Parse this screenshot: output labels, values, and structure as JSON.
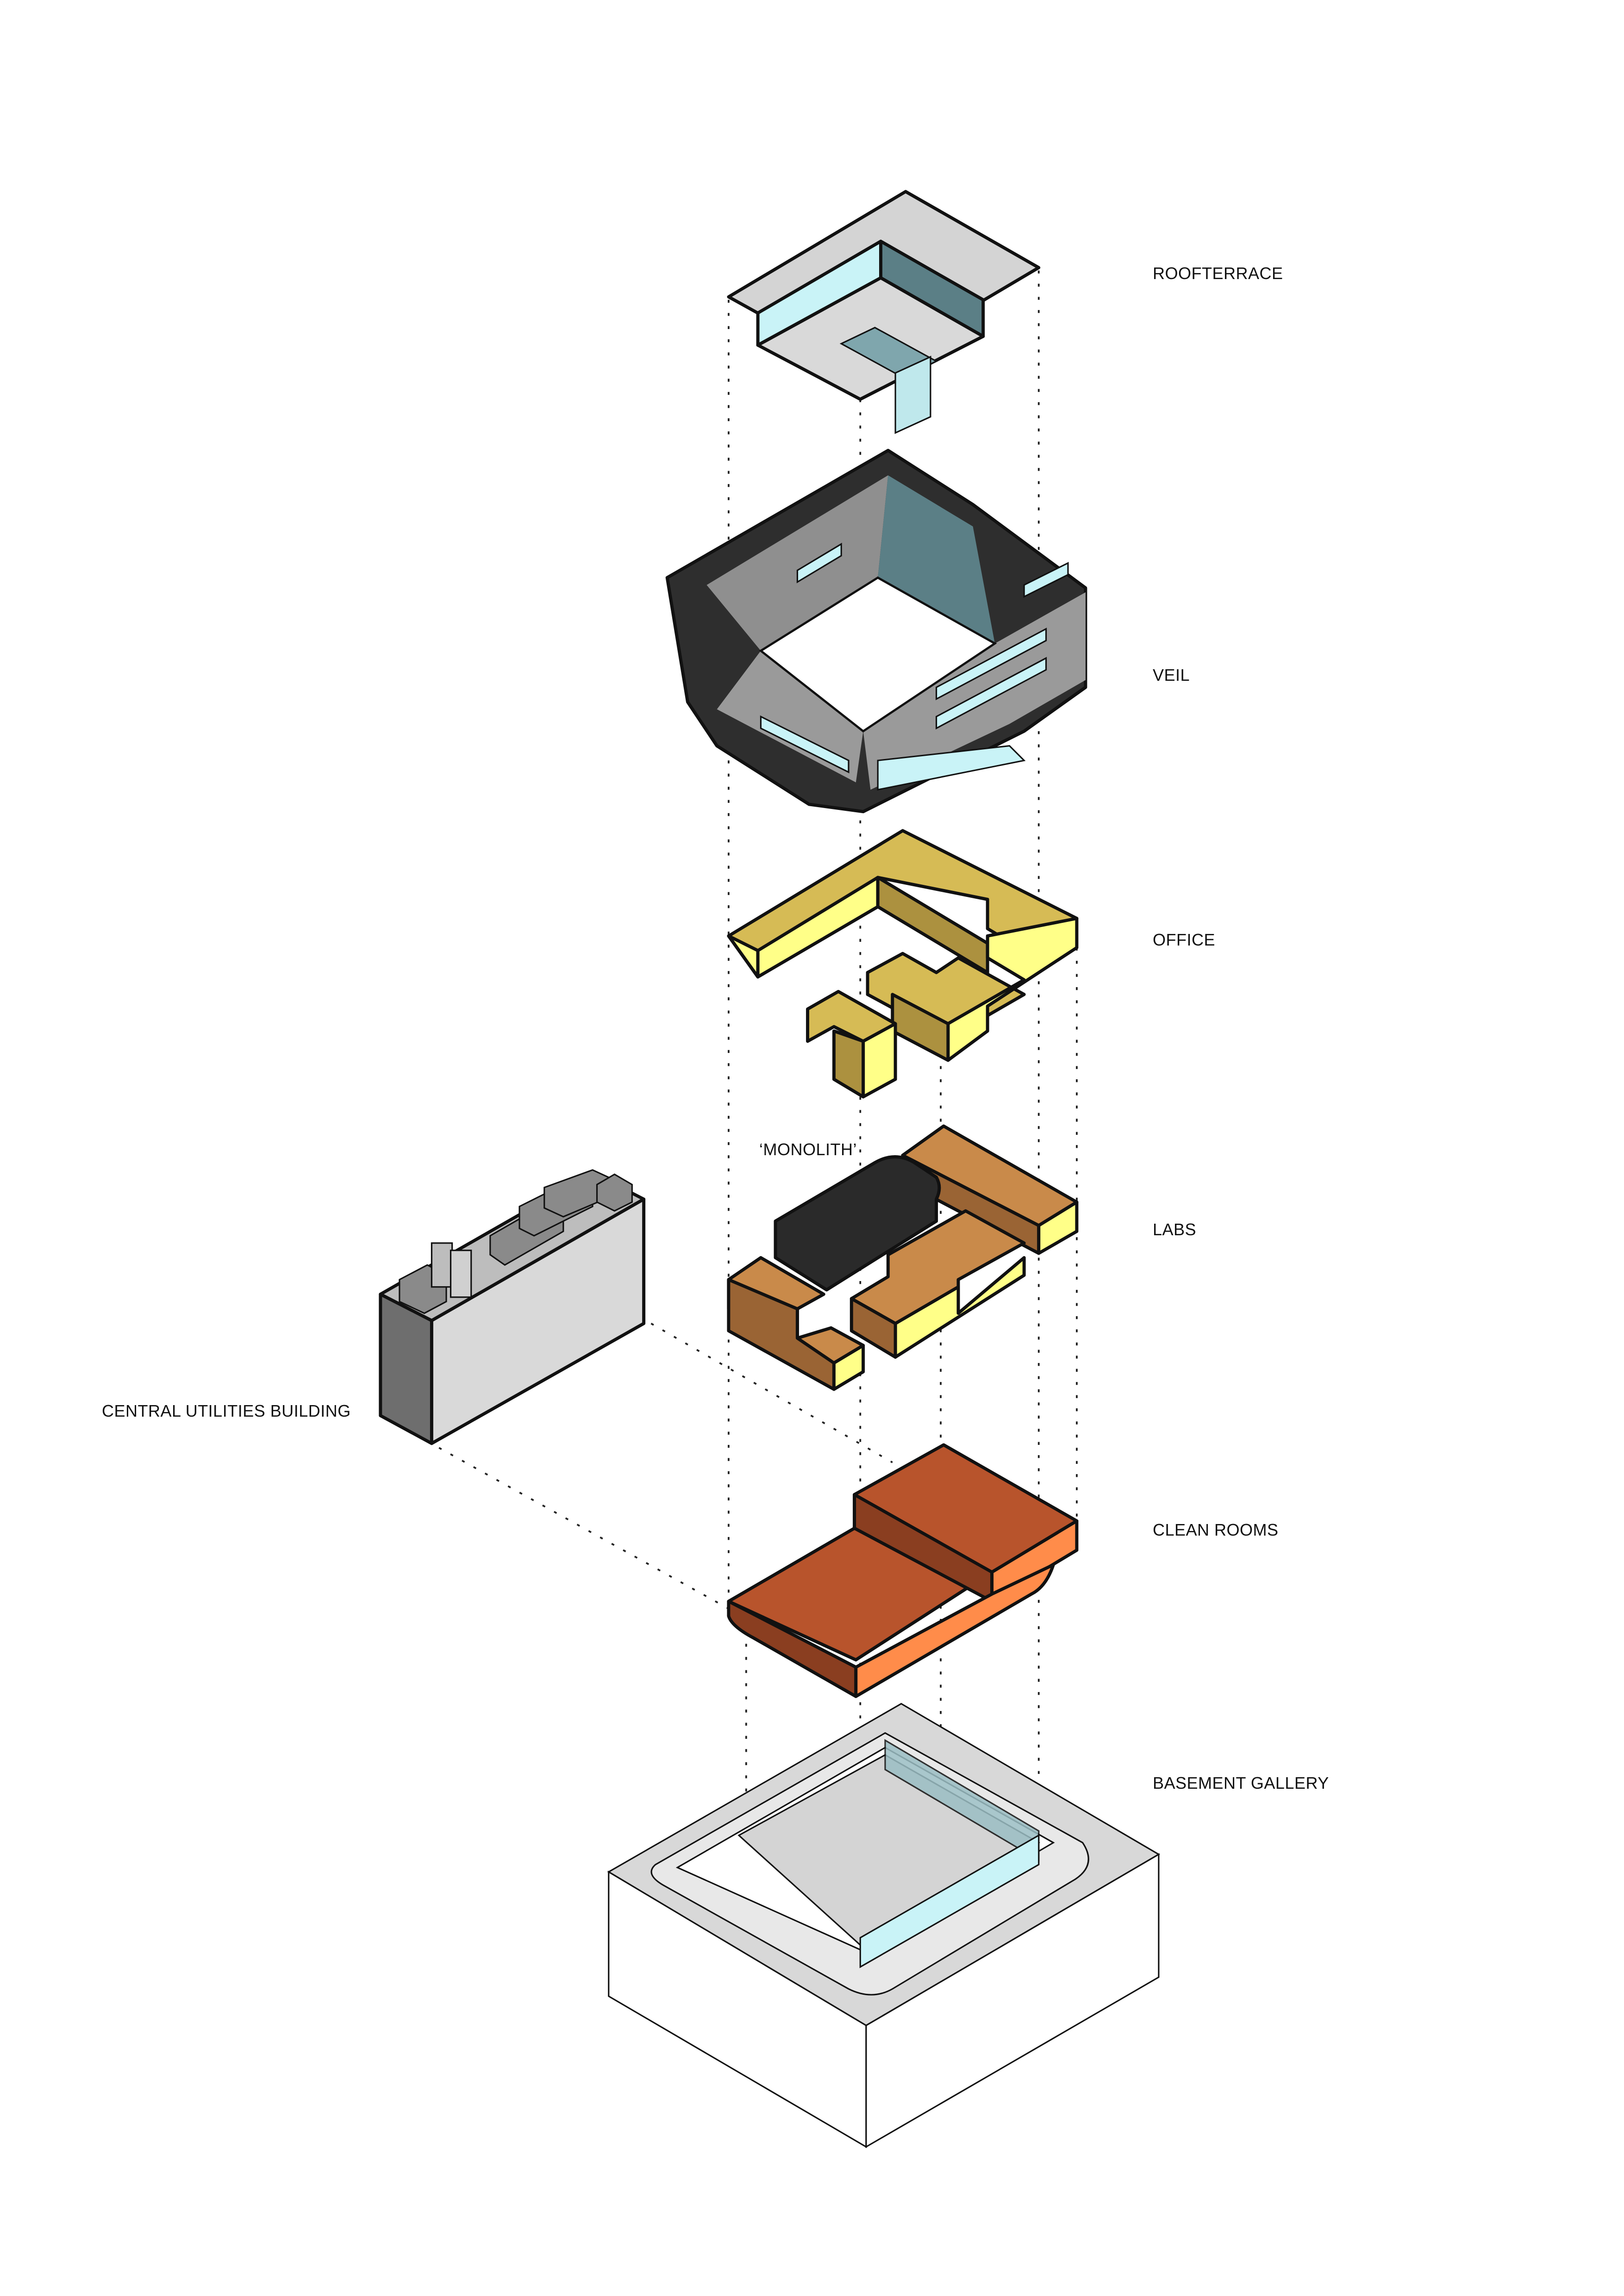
{
  "labels": {
    "roofterrace": "ROOFTERRACE",
    "veil": "VEIL",
    "office": "OFFICE",
    "monolith": "‘MONOLITH’",
    "labs": "LABS",
    "central_utilities": "CENTRAL UTILITIES BUILDING",
    "clean_rooms": "CLEAN ROOMS",
    "basement_gallery": "BASEMENT GALLERY"
  },
  "colors": {
    "roof_plate": "#d4d4d4",
    "glass": "#c9f3f7",
    "glass_dark": "#5b7f86",
    "veil_dark": "#2e2e2e",
    "veil_grey": "#9a9a9a",
    "office_top": "#d6bb55",
    "office_light": "#ffff88",
    "office_shade": "#ac913f",
    "labs_top": "#c98a4a",
    "labs_side": "#9a6434",
    "monolith": "#2a2a2a",
    "clean_top": "#b8542c",
    "clean_light": "#ff8c4a",
    "clean_shade": "#8a3e20",
    "utility_light": "#d9d9d9",
    "utility_dark": "#6e6e6e"
  }
}
